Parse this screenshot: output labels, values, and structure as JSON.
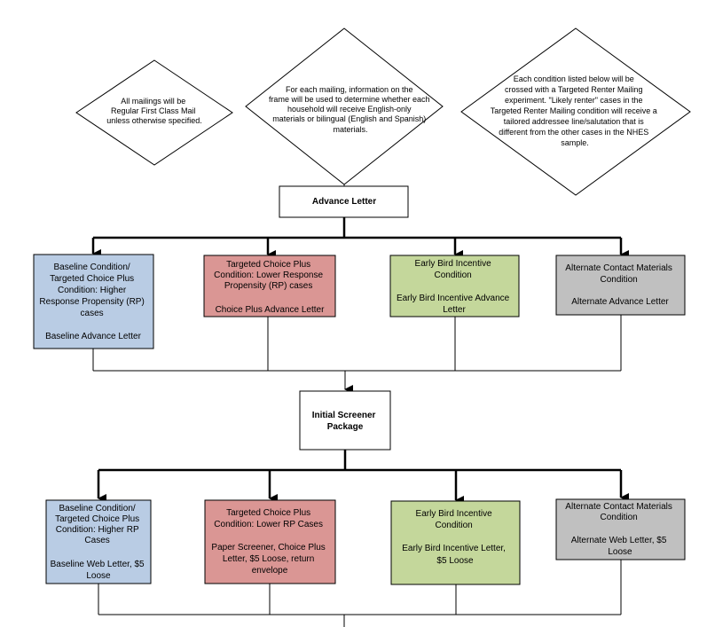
{
  "colors": {
    "blue": "#b9cce4",
    "red": "#da9694",
    "green": "#c4d79b",
    "gray": "#c0c0c0",
    "white": "#ffffff",
    "line": "#000000"
  },
  "notes": [
    {
      "lines": [
        "All mailings will be",
        "Regular First Class Mail",
        "unless otherwise specified."
      ]
    },
    {
      "lines": [
        "For each mailing, information on the",
        "frame will be used to determine whether each",
        "household will receive English-only",
        "materials or bilingual (English and Spanish)",
        "materials."
      ]
    },
    {
      "lines": [
        "Each condition listed below will be",
        "crossed with a Targeted Renter Mailing",
        "experiment. \"Likely renter\" cases in the",
        "Targeted Renter Mailing condition will receive a",
        "tailored addressee line/salutation that is",
        "different from the other cases in the NHES",
        "sample."
      ]
    }
  ],
  "advance_letter": {
    "lines": [
      "Advance Letter"
    ]
  },
  "advance_conditions": [
    {
      "color": "blue",
      "lines": [
        "Baseline Condition/",
        "Targeted Choice Plus",
        "Condition: Higher",
        "Response Propensity (RP)",
        "cases",
        "",
        "Baseline Advance Letter"
      ]
    },
    {
      "color": "red",
      "lines": [
        "Targeted Choice Plus",
        "Condition: Lower Response",
        "Propensity (RP) cases",
        "",
        "Choice Plus Advance Letter"
      ]
    },
    {
      "color": "green",
      "lines": [
        "Early Bird Incentive",
        "Condition",
        "",
        "Early Bird Incentive Advance",
        "Letter"
      ]
    },
    {
      "color": "gray",
      "lines": [
        "Alternate Contact Materials",
        "Condition",
        "",
        "Alternate Advance Letter"
      ]
    }
  ],
  "initial_screener": {
    "lines": [
      "Initial Screener",
      "Package"
    ]
  },
  "screener_conditions": [
    {
      "color": "blue",
      "lines": [
        "Baseline Condition/",
        "Targeted Choice Plus",
        "Condition: Higher RP",
        "Cases",
        "",
        "Baseline Web Letter, $5",
        "Loose"
      ]
    },
    {
      "color": "red",
      "lines": [
        "Targeted Choice Plus",
        "Condition: Lower RP Cases",
        "",
        "Paper Screener, Choice Plus",
        "Letter, $5 Loose, return",
        "envelope"
      ]
    },
    {
      "color": "green",
      "lines": [
        "Early Bird Incentive",
        "Condition",
        "",
        "Early Bird Incentive Letter,",
        "$5 Loose"
      ]
    },
    {
      "color": "gray",
      "lines": [
        "Alternate Contact Materials",
        "Condition",
        "",
        "Alternate Web Letter, $5",
        "Loose"
      ]
    }
  ]
}
